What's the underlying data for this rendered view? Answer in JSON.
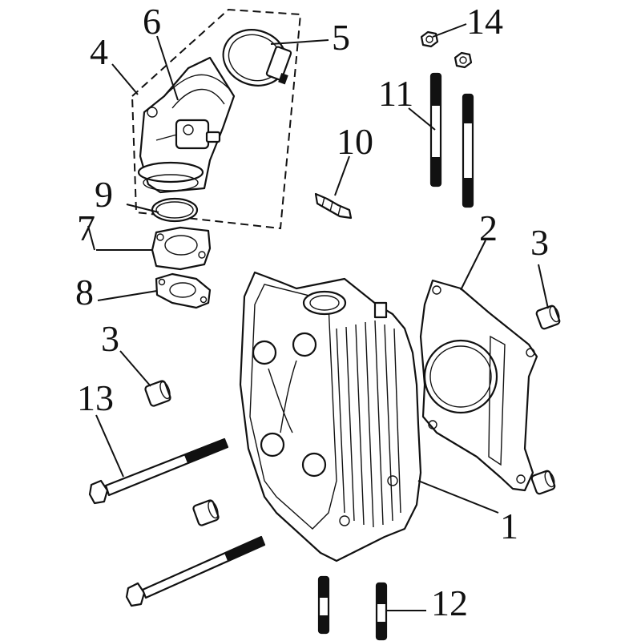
{
  "callouts": {
    "n1": "1",
    "n2": "2",
    "n3a": "3",
    "n3b": "3",
    "n4": "4",
    "n5": "5",
    "n6": "6",
    "n7": "7",
    "n8": "8",
    "n9": "9",
    "n10": "10",
    "n11": "11",
    "n12": "12",
    "n13": "13",
    "n14": "14"
  }
}
